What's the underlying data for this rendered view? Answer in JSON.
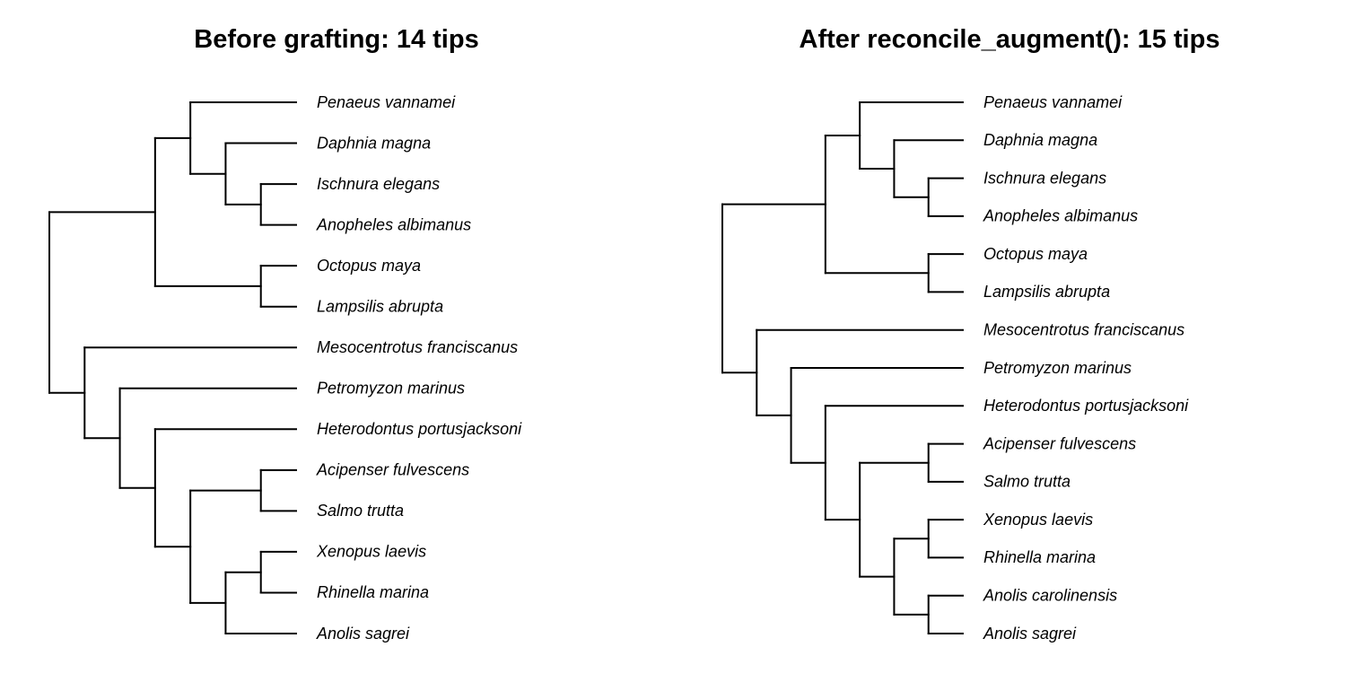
{
  "panels": [
    {
      "title": "Before grafting: 14 tips",
      "tips": [
        "Penaeus vannamei",
        "Daphnia magna",
        "Ischnura elegans",
        "Anopheles albimanus",
        "Octopus maya",
        "Lampsilis abrupta",
        "Mesocentrotus franciscanus",
        "Petromyzon marinus",
        "Heterodontus portusjacksoni",
        "Acipenser fulvescens",
        "Salmo trutta",
        "Xenopus laevis",
        "Rhinella marina",
        "Anolis sagrei"
      ],
      "tree": [
        [
          [
            0,
            [
              1,
              [
                2,
                3
              ]
            ]
          ],
          [
            4,
            5
          ]
        ],
        [
          6,
          [
            7,
            [
              8,
              [
                [
                  9,
                  10
                ],
                [
                  [
                    11,
                    12
                  ],
                  13
                ]
              ]
            ]
          ]
        ]
      ]
    },
    {
      "title": "After reconcile_augment(): 15 tips",
      "tips": [
        "Penaeus vannamei",
        "Daphnia magna",
        "Ischnura elegans",
        "Anopheles albimanus",
        "Octopus maya",
        "Lampsilis abrupta",
        "Mesocentrotus franciscanus",
        "Petromyzon marinus",
        "Heterodontus portusjacksoni",
        "Acipenser fulvescens",
        "Salmo trutta",
        "Xenopus laevis",
        "Rhinella marina",
        "Anolis carolinensis",
        "Anolis sagrei"
      ],
      "tree": [
        [
          [
            0,
            [
              1,
              [
                2,
                3
              ]
            ]
          ],
          [
            4,
            5
          ]
        ],
        [
          6,
          [
            7,
            [
              8,
              [
                [
                  9,
                  10
                ],
                [
                  [
                    11,
                    12
                  ],
                  [
                    13,
                    14
                  ]
                ]
              ]
            ]
          ]
        ]
      ]
    }
  ]
}
